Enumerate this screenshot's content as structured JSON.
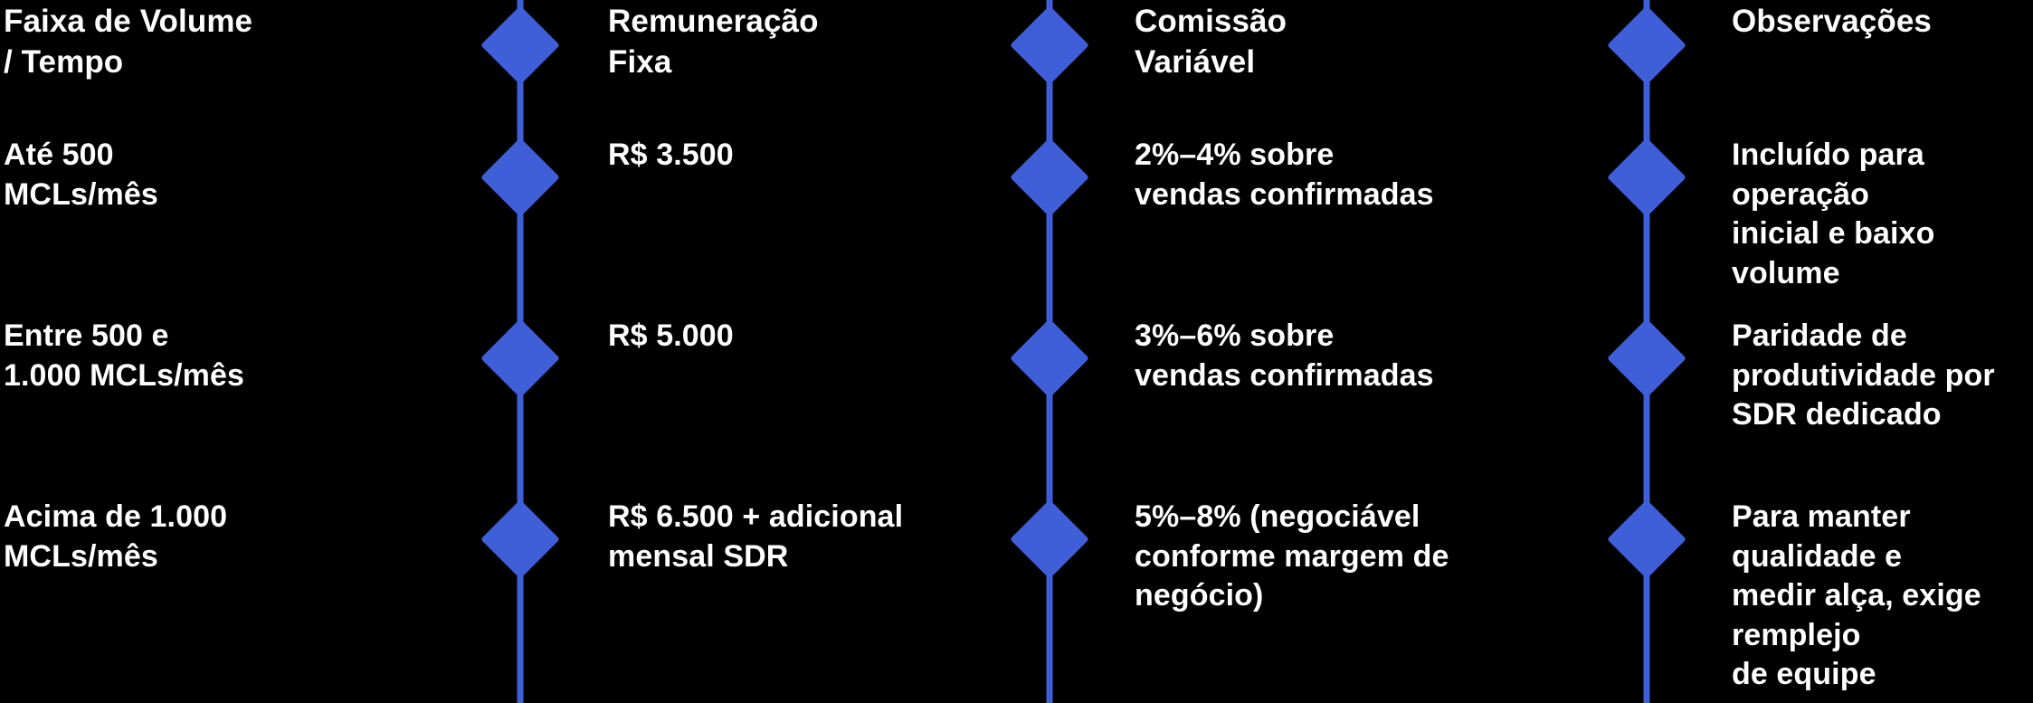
{
  "theme": {
    "background": "#000000",
    "text_color": "#ffffff",
    "accent": "#3f5fd8",
    "node_shape": "diamond"
  },
  "table": {
    "headers": [
      "Faixa de Volume\n/ Tempo",
      "Remuneração\nFixa",
      "Comissão\nVariável",
      "Observações"
    ],
    "rows": [
      {
        "volume": "Até 500\nMCLs/mês",
        "fixo": "R$ 3.500",
        "variavel": "2%–4% sobre\nvendas confirmadas",
        "obs": "Incluído para operação\ninicial e baixo volume"
      },
      {
        "volume": "Entre 500 e\n1.000 MCLs/mês",
        "fixo": "R$ 5.000",
        "variavel": "3%–6% sobre\nvendas confirmadas",
        "obs": "Paridade de produtividade por\nSDR dedicado"
      },
      {
        "volume": "Acima de 1.000\nMCLs/mês",
        "fixo": "R$ 6.500 + adicional\nmensal SDR",
        "variavel": "5%–8% (negociável\nconforme margem de\nnegócio)",
        "obs": "Para manter qualidade e\nmedir alça, exige remplejo\nde equipe"
      }
    ]
  }
}
